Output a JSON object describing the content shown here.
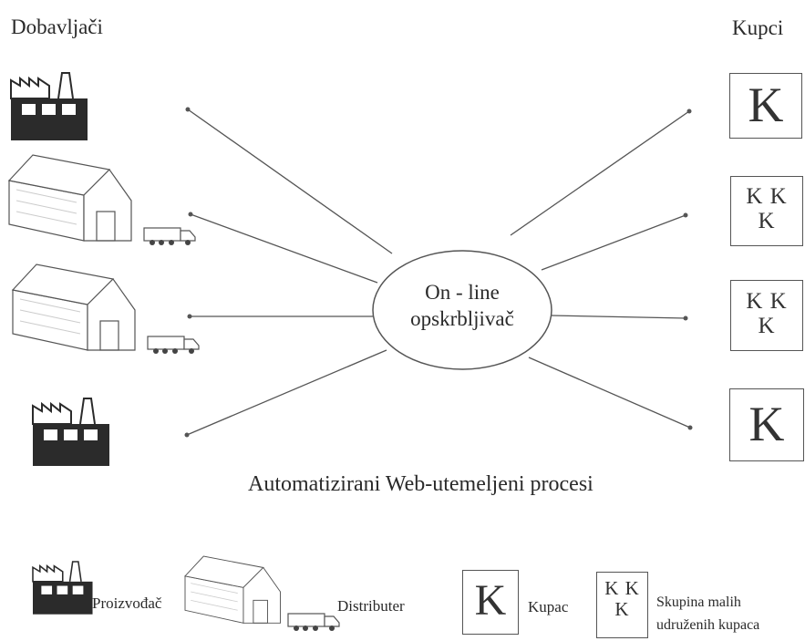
{
  "labels": {
    "suppliers_heading": "Dobavljači",
    "customers_heading": "Kupci",
    "hub": "On - line opskrbljivač",
    "hub_line1": "On - line",
    "hub_line2": "opskrbljivač",
    "caption": "Automatizirani Web-utemeljeni procesi"
  },
  "customer_boxes": {
    "single": "K",
    "group_row1": "K K",
    "group_row2": "K"
  },
  "legend": {
    "manufacturer": "Proizvođač",
    "distributor": "Distributer",
    "buyer_letter": "K",
    "buyer": "Kupac",
    "group_row1": "K K",
    "group_row2": "K",
    "group_line1": "Skupina malih",
    "group_line2": "udruženih kupaca"
  },
  "colors": {
    "line": "#555555",
    "outline": "#555555",
    "factory": "#2b2b2b"
  },
  "icons": [
    "factory-icon",
    "warehouse-icon",
    "truck-icon"
  ]
}
